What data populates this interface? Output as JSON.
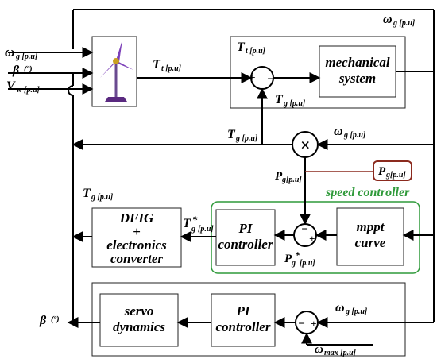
{
  "signals": {
    "omega_g": "ω",
    "g_pu": "g [p.u]",
    "beta": "β",
    "beta_unit": "(º)",
    "v_w": "V",
    "w_pu": "w [p.u]",
    "t_t": "T",
    "t_pu": "t [p.u]",
    "t_g": "T",
    "tg_sub": "g [p.u]",
    "p_g": "P",
    "pg_sub": "g[p.u]",
    "pg_star_sub": "g",
    "star": "*",
    "pu_bracket": "[p.u]",
    "tg_star_sub": "g",
    "omega_max": "ω",
    "max_pu": "max [p.u]"
  },
  "blocks": {
    "mechanical_line1": "mechanical",
    "mechanical_line2": "system",
    "pi_line1": "PI",
    "pi_line2": "controller",
    "mppt_line1": "mppt",
    "mppt_line2": "curve",
    "dfig_line1": "DFIG",
    "dfig_line2": "+",
    "dfig_line3": "electronics",
    "dfig_line4": "converter",
    "servo_line1": "servo",
    "servo_line2": "dynamics",
    "speed_controller": "speed controller"
  },
  "sum_signs": {
    "plus": "+",
    "minus": "−",
    "times": "×"
  },
  "colors": {
    "green": "#2f9a3a",
    "brown": "#8b2a1e",
    "turbine_blade": "#7b3fb8",
    "turbine_base": "#5a2a80"
  }
}
